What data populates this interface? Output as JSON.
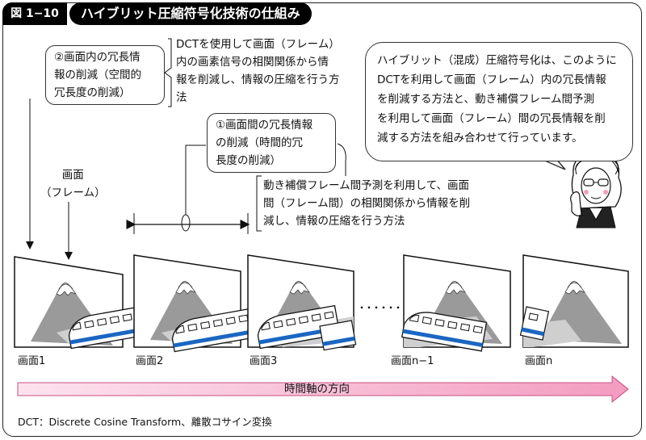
{
  "figure": {
    "label": "図 1−10",
    "title": "ハイブリット圧縮符号化技術の仕組み"
  },
  "boxes": {
    "spatial": "②画面内の冗長情\n報の削減（空間的\n冗長度の削減）",
    "temporal": "①画面間の冗長情報\nの削減（時間的冗\n長度の削減）",
    "explanation": "ハイブリット（混成）圧縮符号化は、このように\nDCTを利用して画面（フレーム）内の冗長情報\nを削減する方法と、動き補償フレーム間予測\nを利用して画面（フレーム）間の冗長情報を削\n減する方法を組み合わせて行っています。"
  },
  "descriptions": {
    "dct": "DCTを使用して画面（フレーム）\n内の画素信号の相関関係から情\n報を削減し、情報の圧縮を行う方\n法",
    "motion": "動き補償フレーム間予測を利用して、画面\n間（フレーム間）の相関関係から情報を削\n減し、情報の圧縮を行う方法"
  },
  "frame_label": "画面\n（フレーム）",
  "frames": [
    {
      "caption": "画面1"
    },
    {
      "caption": "画面2"
    },
    {
      "caption": "画面3"
    },
    {
      "caption": "画面n−1"
    },
    {
      "caption": "画面n"
    }
  ],
  "ellipsis": "･･････",
  "time_axis": "時間軸の方向",
  "footnote": "DCT：Discrete Cosine Transform、離散コサイン変換",
  "colors": {
    "train_stripe": "#1a66c2",
    "arrow_pink": "#f2a0c0",
    "arrow_outline": "#c8507e",
    "mountain_gray": "#9a9a9a",
    "ground_gray": "#cfcfcf"
  }
}
